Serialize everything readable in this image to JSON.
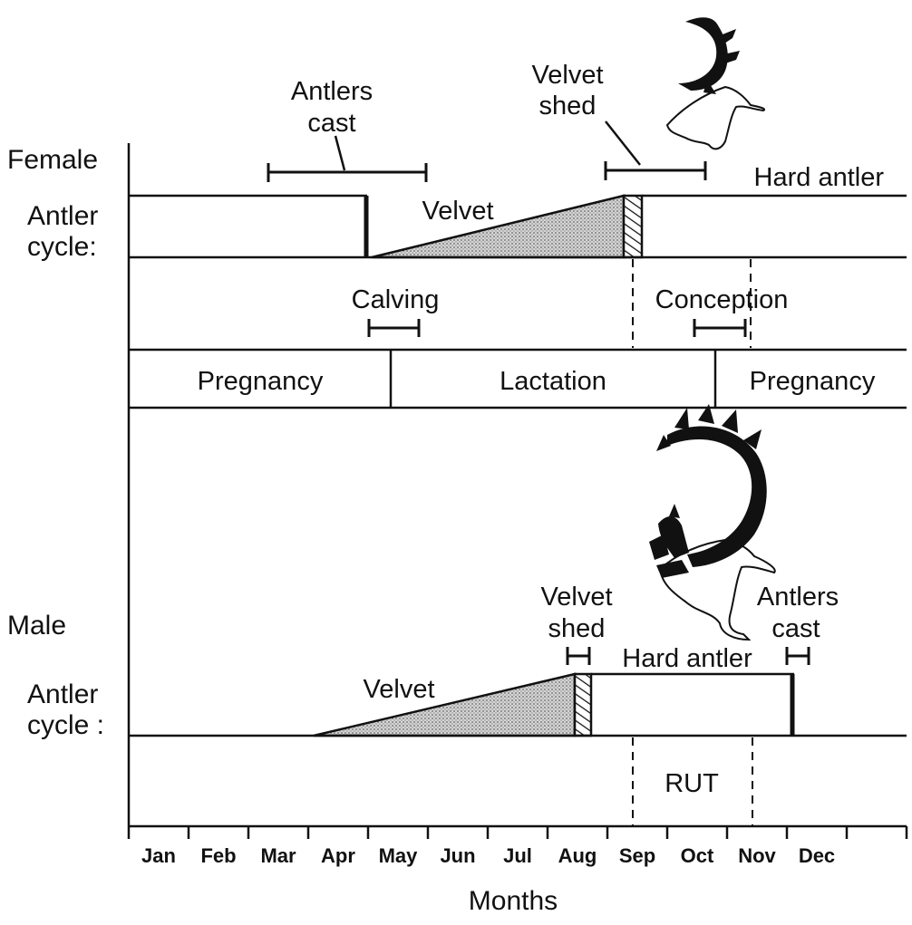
{
  "female": {
    "row_label": "Female",
    "cycle_label_line1": "Antler",
    "cycle_label_line2": "cycle:",
    "antlers_cast_line1": "Antlers",
    "antlers_cast_line2": "cast",
    "velvet_shed_line1": "Velvet",
    "velvet_shed_line2": "shed",
    "velvet": "Velvet",
    "hard_antler": "Hard antler",
    "calving": "Calving",
    "conception": "Conception",
    "pregnancy_left": "Pregnancy",
    "lactation": "Lactation",
    "pregnancy_right": "Pregnancy"
  },
  "male": {
    "row_label": "Male",
    "cycle_label_line1": "Antler",
    "cycle_label_line2": "cycle :",
    "velvet_shed_line1": "Velvet",
    "velvet_shed_line2": "shed",
    "velvet": "Velvet",
    "hard_antler": "Hard antler",
    "antlers_cast_line1": "Antlers",
    "antlers_cast_line2": "cast",
    "rut": "RUT"
  },
  "axis": {
    "title": "Months",
    "months": [
      "Jan",
      "Feb",
      "Mar",
      "Apr",
      "May",
      "Jun",
      "Jul",
      "Aug",
      "Sep",
      "Oct",
      "Nov",
      "Dec"
    ]
  },
  "illustrations": {
    "female_head": "reindeer-female-head-icon",
    "male_head": "reindeer-male-head-icon"
  }
}
